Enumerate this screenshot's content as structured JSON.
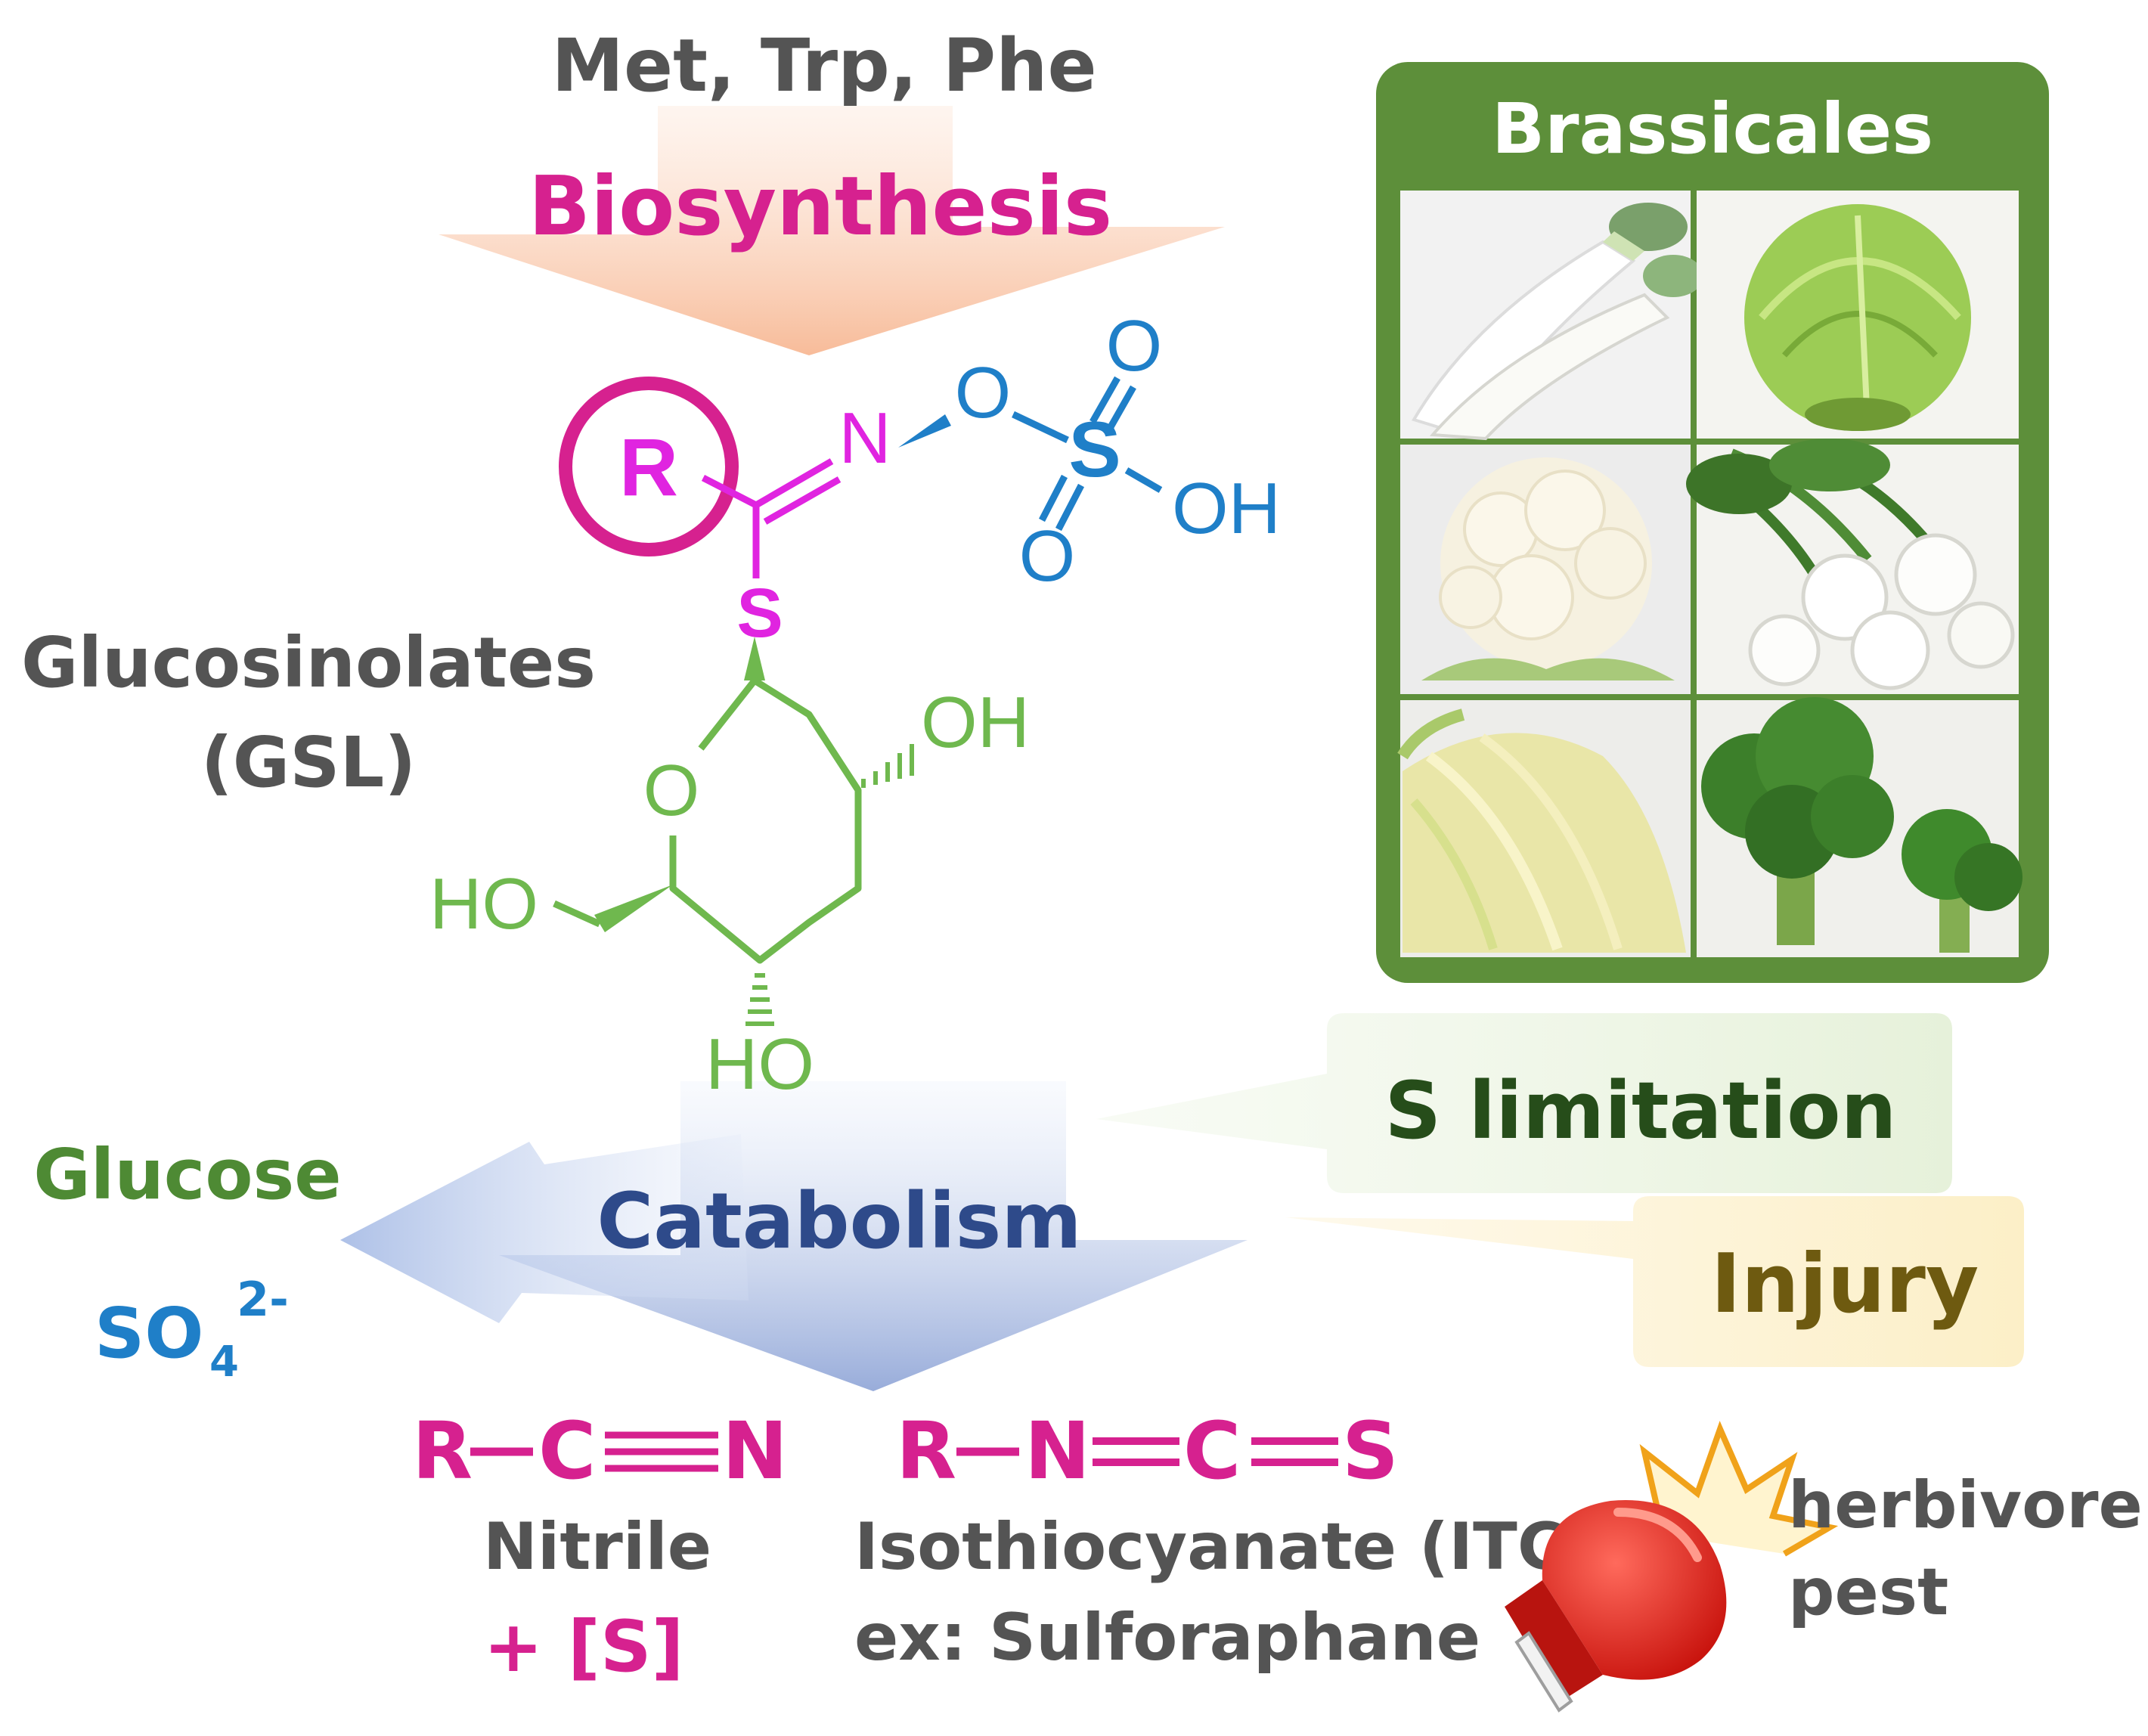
{
  "precursors": "Met, Trp, Phe",
  "biosynthesis": "Biosynthesis",
  "catabolism": "Catabolism",
  "compound": {
    "name_line1": "Glucosinolates",
    "name_line2": "(GSL)"
  },
  "atoms": {
    "r": "R",
    "n": "N",
    "o_link": "O",
    "s_sulfo": "S",
    "o_top": "O",
    "o_bottom": "O",
    "oh_sulfo": "OH",
    "s_thio": "S",
    "o_ring": "O",
    "oh_right": "OH",
    "ho_left": "HO",
    "ho_bottom": "HO"
  },
  "plants": {
    "title": "Brassicales",
    "images": [
      "daikon-radish",
      "cabbage",
      "cauliflower",
      "turnip",
      "napa-cabbage",
      "broccoli"
    ]
  },
  "triggers": {
    "s_limitation": "S limitation",
    "injury": "Injury"
  },
  "products_left": {
    "glucose": "Glucose",
    "sulfate": "SO",
    "sulfate_sub": "4",
    "sulfate_sup": "2-"
  },
  "nitrile": {
    "formula_r": "R",
    "formula_c": "C",
    "formula_n": "N",
    "name": "Nitrile",
    "extra": "+ [S]"
  },
  "itc": {
    "formula_r": "R",
    "formula_n": "N",
    "formula_c": "C",
    "formula_s": "S",
    "name": "Isothiocyanate (ITC)",
    "example": "ex: Sulforaphane"
  },
  "defense": {
    "line1": "herbivore",
    "line2": "pest",
    "icon": "boxing-glove"
  },
  "colors": {
    "magenta": "#d6218f",
    "violet": "#e024e0",
    "blue": "#1f7fc8",
    "green": "#6fb84e",
    "dark_green": "#4e8a34",
    "gray": "#545454",
    "navy": "#2e4a8a",
    "olive": "#6e5a10",
    "frame_green": "#5d8f3a"
  }
}
